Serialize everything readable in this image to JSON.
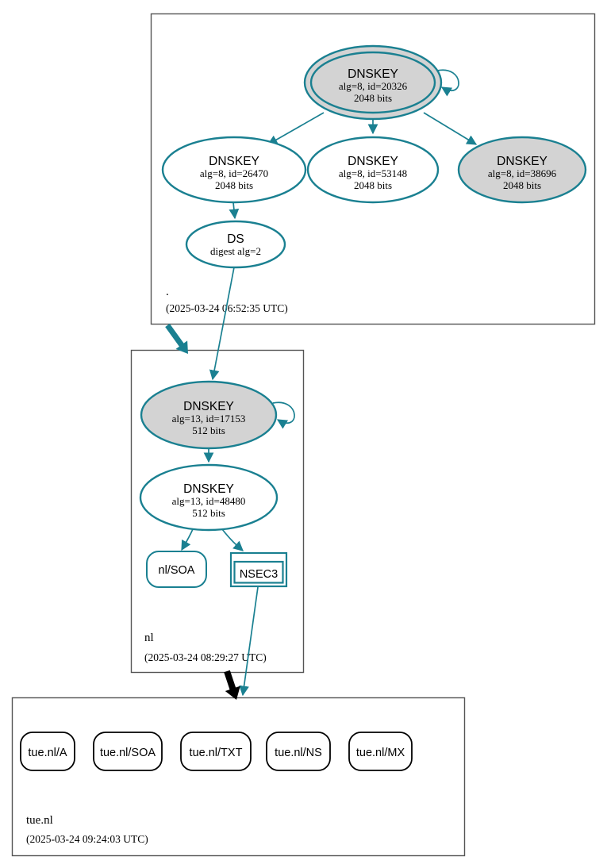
{
  "colors": {
    "edge_secure_teal": "#1a8091",
    "ksk_fill_gray": "#d3d3d3",
    "node_fill_white": "#ffffff",
    "insecure_black": "#000000",
    "zone_box_border": "#555555"
  },
  "zones": [
    {
      "name": ".",
      "timestamp": "(2025-03-24 06:52:35 UTC)"
    },
    {
      "name": "nl",
      "timestamp": "(2025-03-24 08:29:27 UTC)"
    },
    {
      "name": "tue.nl",
      "timestamp": "(2025-03-24 09:24:03 UTC)"
    }
  ],
  "nodes": {
    "root_ksk": {
      "title": "DNSKEY",
      "detail": "alg=8, id=20326",
      "bits": "2048 bits"
    },
    "root_zsk_26470": {
      "title": "DNSKEY",
      "detail": "alg=8, id=26470",
      "bits": "2048 bits"
    },
    "root_zsk_53148": {
      "title": "DNSKEY",
      "detail": "alg=8, id=53148",
      "bits": "2048 bits"
    },
    "root_ksk_38696": {
      "title": "DNSKEY",
      "detail": "alg=8, id=38696",
      "bits": "2048 bits"
    },
    "root_ds": {
      "title": "DS",
      "detail": "digest alg=2"
    },
    "nl_ksk": {
      "title": "DNSKEY",
      "detail": "alg=13, id=17153",
      "bits": "512 bits"
    },
    "nl_zsk": {
      "title": "DNSKEY",
      "detail": "alg=13, id=48480",
      "bits": "512 bits"
    },
    "nl_soa": {
      "label": "nl/SOA"
    },
    "nl_nsec3": {
      "label": "NSEC3"
    },
    "tue_rrsets": [
      {
        "label": "tue.nl/A"
      },
      {
        "label": "tue.nl/SOA"
      },
      {
        "label": "tue.nl/TXT"
      },
      {
        "label": "tue.nl/NS"
      },
      {
        "label": "tue.nl/MX"
      }
    ]
  }
}
